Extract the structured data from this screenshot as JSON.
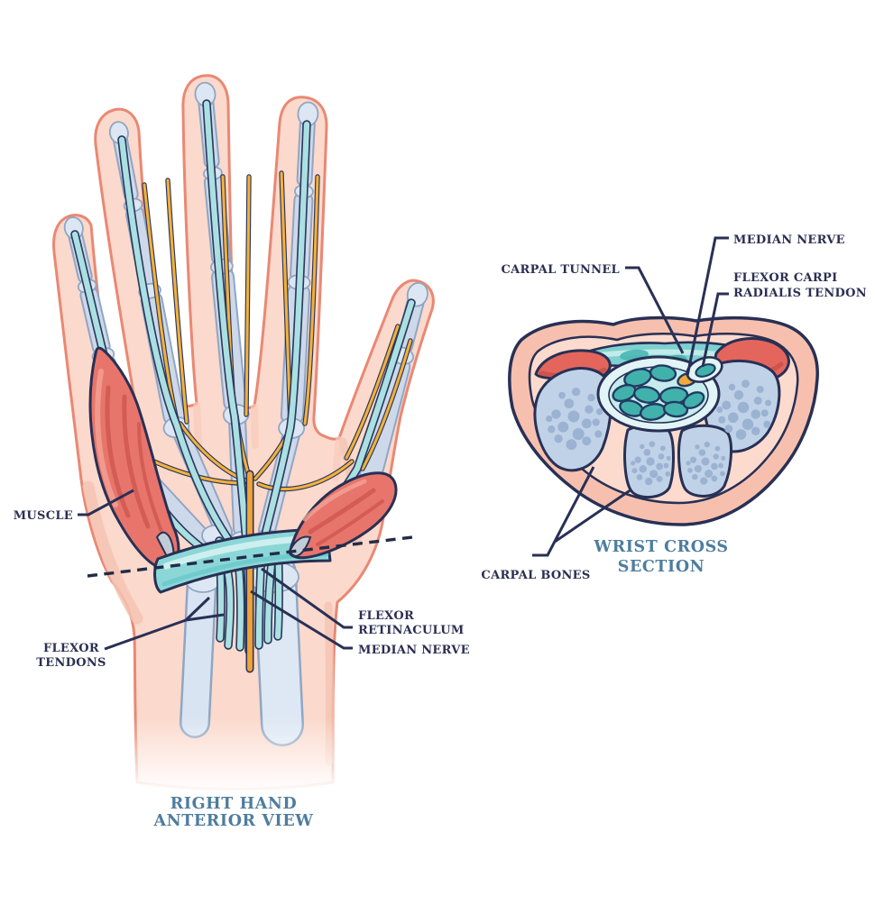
{
  "hand": {
    "caption": [
      "RIGHT HAND",
      "ANTERIOR VIEW"
    ],
    "labels": {
      "muscle": "MUSCLE",
      "flexor_tendons": [
        "FLEXOR",
        "TENDONS"
      ],
      "flexor_retinaculum": [
        "FLEXOR",
        "RETINACULUM"
      ],
      "median_nerve": "MEDIAN NERVE"
    }
  },
  "cross_section": {
    "caption": [
      "WRIST CROSS",
      "SECTION"
    ],
    "labels": {
      "carpal_tunnel": "CARPAL TUNNEL",
      "median_nerve": "MEDIAN NERVE",
      "flexor_carpi_radialis_tendon": [
        "FLEXOR CARPI",
        "RADIALIS TENDON"
      ],
      "carpal_bones": "CARPAL BONES"
    }
  },
  "colors": {
    "outline": "#283055",
    "label_text": "#2b2f52",
    "caption_text": "#4e7d9e",
    "skin": "#fbd9cc",
    "skin_outline": "#e98874",
    "bone": "#cdd9ea",
    "carpal_bone": "#bfd2e7",
    "tendon": "#abe0e3",
    "retinaculum": "#8bd7d7",
    "tunnel_tendon": "#41b1ac",
    "nerve": "#f2b13c",
    "muscle": "#e4655c"
  }
}
